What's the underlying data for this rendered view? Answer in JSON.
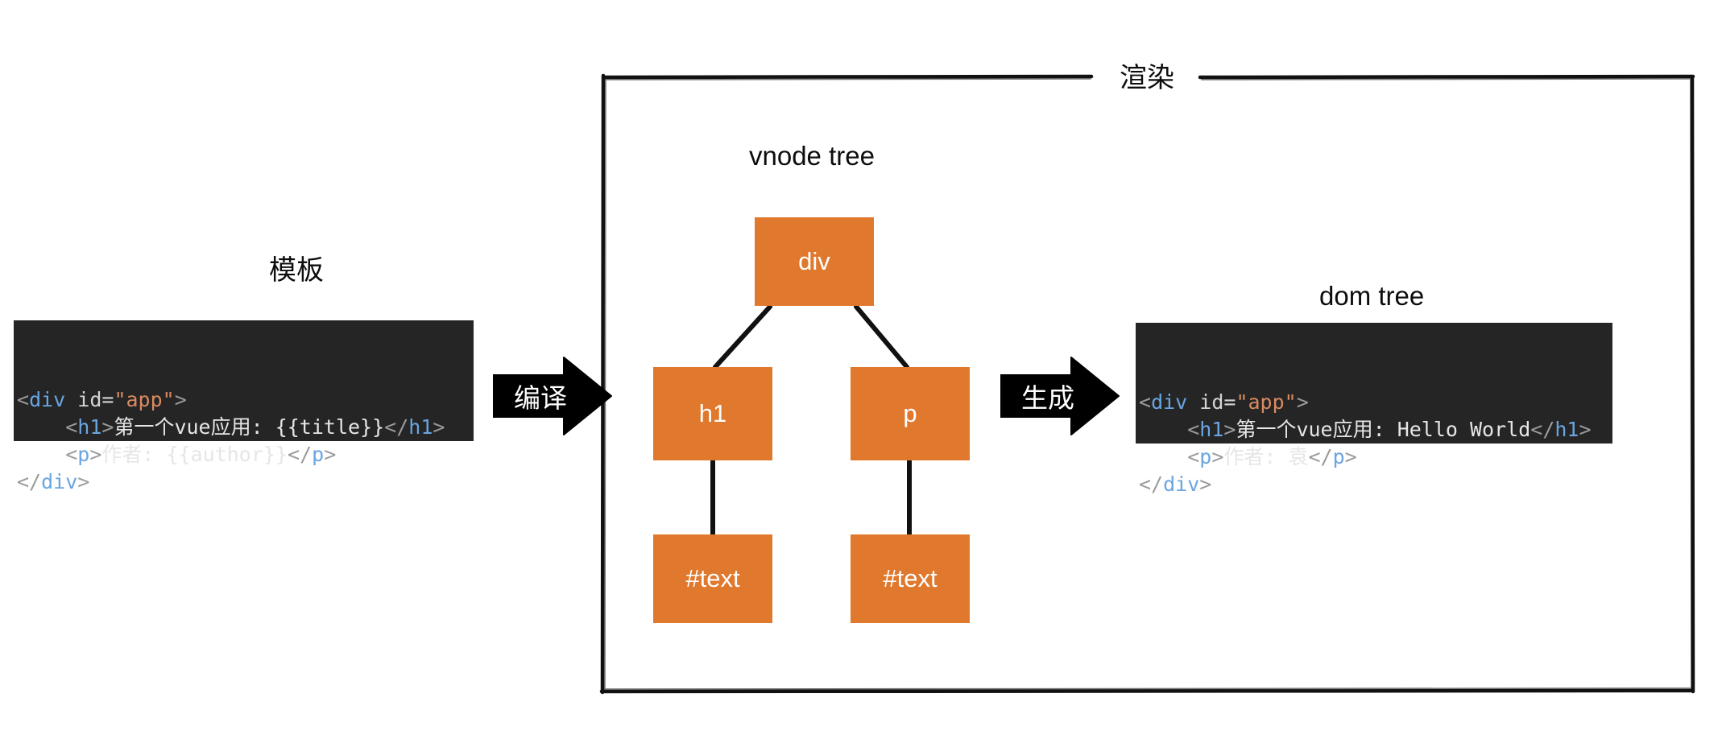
{
  "diagram": {
    "labels": {
      "template": "模板",
      "render": "渲染",
      "vnode_tree": "vnode tree",
      "dom_tree": "dom tree"
    },
    "arrows": [
      {
        "name": "compile",
        "label": "编译"
      },
      {
        "name": "generate",
        "label": "生成"
      }
    ],
    "template_code": {
      "lines": [
        [
          {
            "t": "<",
            "c": "punct"
          },
          {
            "t": "div",
            "c": "tag"
          },
          {
            "t": " id=",
            "c": "attr"
          },
          {
            "t": "\"app\"",
            "c": "str"
          },
          {
            "t": ">",
            "c": "punct"
          }
        ],
        [
          {
            "t": "    <",
            "c": "punct"
          },
          {
            "t": "h1",
            "c": "tag"
          },
          {
            "t": ">",
            "c": "punct"
          },
          {
            "t": "第一个vue应用: {{title}}",
            "c": "text"
          },
          {
            "t": "</",
            "c": "punct"
          },
          {
            "t": "h1",
            "c": "tag"
          },
          {
            "t": ">",
            "c": "punct"
          }
        ],
        [
          {
            "t": "    <",
            "c": "punct"
          },
          {
            "t": "p",
            "c": "tag"
          },
          {
            "t": ">",
            "c": "punct"
          },
          {
            "t": "作者: {{author}}",
            "c": "text"
          },
          {
            "t": "</",
            "c": "punct"
          },
          {
            "t": "p",
            "c": "tag"
          },
          {
            "t": ">",
            "c": "punct"
          }
        ],
        [
          {
            "t": "</",
            "c": "punct"
          },
          {
            "t": "div",
            "c": "tag"
          },
          {
            "t": ">",
            "c": "punct"
          }
        ]
      ]
    },
    "dom_code": {
      "lines": [
        [
          {
            "t": "<",
            "c": "punct"
          },
          {
            "t": "div",
            "c": "tag"
          },
          {
            "t": " id=",
            "c": "attr"
          },
          {
            "t": "\"app\"",
            "c": "str"
          },
          {
            "t": ">",
            "c": "punct"
          }
        ],
        [
          {
            "t": "    <",
            "c": "punct"
          },
          {
            "t": "h1",
            "c": "tag"
          },
          {
            "t": ">",
            "c": "punct"
          },
          {
            "t": "第一个vue应用: Hello World",
            "c": "text"
          },
          {
            "t": "</",
            "c": "punct"
          },
          {
            "t": "h1",
            "c": "tag"
          },
          {
            "t": ">",
            "c": "punct"
          }
        ],
        [
          {
            "t": "    <",
            "c": "punct"
          },
          {
            "t": "p",
            "c": "tag"
          },
          {
            "t": ">",
            "c": "punct"
          },
          {
            "t": "作者: 袁",
            "c": "text"
          },
          {
            "t": "</",
            "c": "punct"
          },
          {
            "t": "p",
            "c": "tag"
          },
          {
            "t": ">",
            "c": "punct"
          }
        ],
        [
          {
            "t": "</",
            "c": "punct"
          },
          {
            "t": "div",
            "c": "tag"
          },
          {
            "t": ">",
            "c": "punct"
          }
        ]
      ]
    },
    "tree_nodes": [
      {
        "name": "div",
        "label": "div"
      },
      {
        "name": "h1",
        "label": "h1"
      },
      {
        "name": "p",
        "label": "p"
      },
      {
        "name": "text1",
        "label": "#text"
      },
      {
        "name": "text2",
        "label": "#text"
      }
    ],
    "colors": {
      "node_fill": "#e0792e",
      "code_bg": "#252526",
      "stroke": "#111111",
      "tag": "#6aa5e0",
      "string": "#d98a61",
      "punct": "#9b9b9b"
    }
  }
}
